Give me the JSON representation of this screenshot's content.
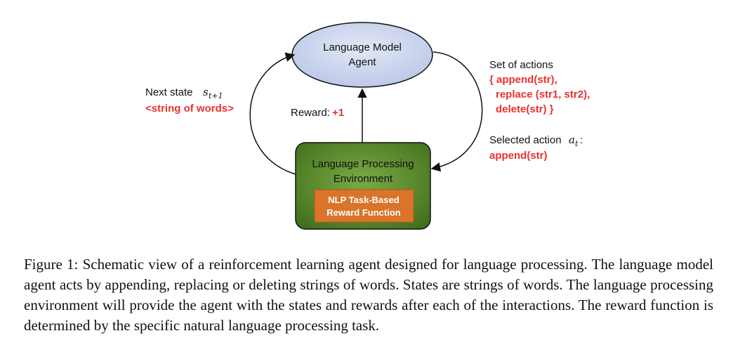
{
  "agent": {
    "line1": "Language Model",
    "line2": "Agent"
  },
  "environment": {
    "line1": "Language Processing",
    "line2": "Environment"
  },
  "reward_function": {
    "line1": "NLP Task-Based",
    "line2": "Reward Function"
  },
  "next_state": {
    "label": "Next state",
    "symbol": "s",
    "subscript": "t+1",
    "value": "<string of words>"
  },
  "reward": {
    "label": "Reward:",
    "value": "+1"
  },
  "actions": {
    "title": "Set of actions",
    "line1": "{ append(str),",
    "line2": "replace (str1, str2),",
    "line3": "delete(str) }"
  },
  "selected_action": {
    "label": "Selected action",
    "symbol": "a",
    "subscript": "t",
    "suffix": ":",
    "value": "append(str)"
  },
  "colors": {
    "agent_fill": "#c9d4ec",
    "env_fill": "#5c8f2f",
    "reward_fill": "#d9742a",
    "highlight_text": "#e8322e"
  },
  "caption": "Figure 1: Schematic view of a reinforcement learning agent designed for language processing. The language model agent acts by appending, replacing or deleting strings of words. States are strings of words. The language processing environment will provide the agent with the states and rewards after each of the interactions. The reward function is determined by the specific natural language processing task."
}
